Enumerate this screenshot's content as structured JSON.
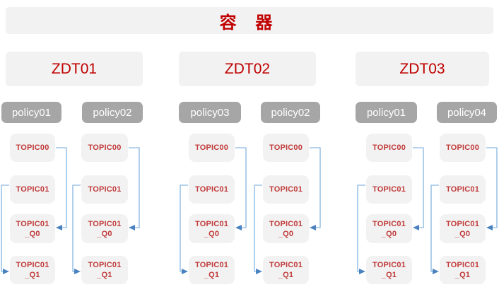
{
  "title": {
    "text": "容 器"
  },
  "colors": {
    "background": "#ffffff",
    "panel_bg": "#f2f2f2",
    "title_text": "#c00000",
    "node_text": "#c00000",
    "topic_text": "#c13b3b",
    "policy_bg": "#a6a6a6",
    "policy_text": "#ffffff",
    "arrow_line": "#9dc3e6",
    "arrow_head": "#4a82c0"
  },
  "groups": [
    {
      "name": "ZDT01",
      "policies": [
        {
          "label": "policy01",
          "topics": [
            "TOPIC00",
            "TOPIC01",
            "TOPIC01\n_Q0",
            "TOPIC01\n_Q1"
          ]
        },
        {
          "label": "policy02",
          "topics": [
            "TOPIC00",
            "TOPIC01",
            "TOPIC01\n_Q0",
            "TOPIC01\n_Q1"
          ]
        }
      ]
    },
    {
      "name": "ZDT02",
      "policies": [
        {
          "label": "policy03",
          "topics": [
            "TOPIC00",
            "TOPIC01",
            "TOPIC01\n_Q0",
            "TOPIC01\n_Q1"
          ]
        },
        {
          "label": "policy02",
          "topics": [
            "TOPIC00",
            "TOPIC01",
            "TOPIC01\n_Q0",
            "TOPIC01\n_Q1"
          ]
        }
      ]
    },
    {
      "name": "ZDT03",
      "policies": [
        {
          "label": "policy01",
          "topics": [
            "TOPIC00",
            "TOPIC01",
            "TOPIC01\n_Q0",
            "TOPIC01\n_Q1"
          ]
        },
        {
          "label": "policy04",
          "topics": [
            "TOPIC00",
            "TOPIC01",
            "TOPIC01\n_Q0",
            "TOPIC01\n_Q1"
          ]
        }
      ]
    }
  ],
  "arrow_meaning": {
    "right_arrow": "TOPIC00 to TOPIC01_Q0",
    "left_arrow": "TOPIC01 to TOPIC01_Q1"
  }
}
